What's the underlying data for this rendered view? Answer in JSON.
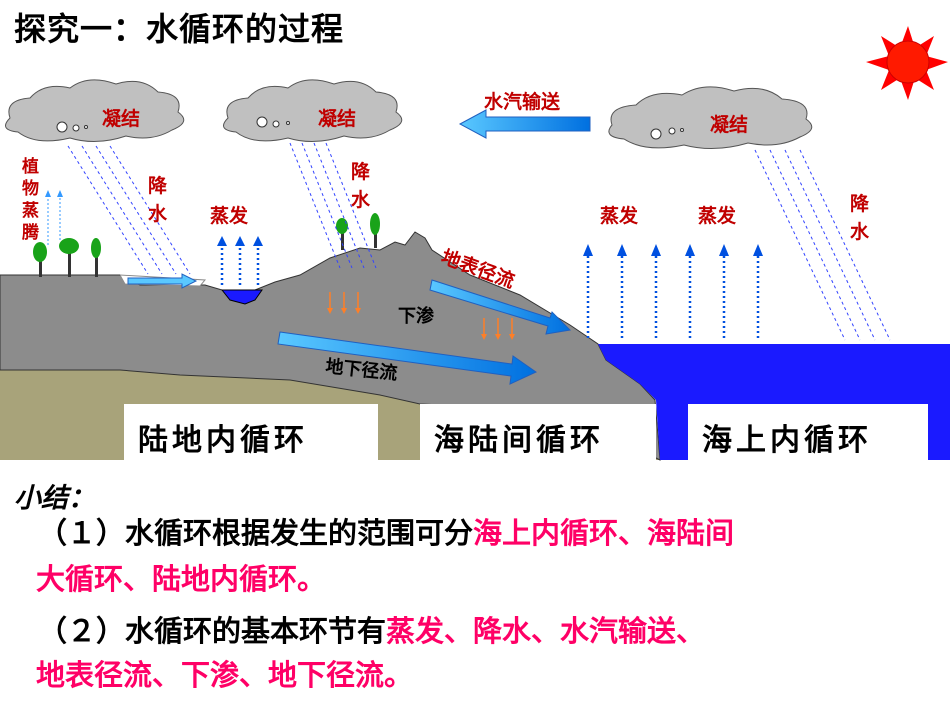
{
  "title": "探究一：水循环的过程",
  "labels": {
    "condense": "凝结",
    "vapor_transport": "水汽输送",
    "plant_transpiration": [
      "植",
      "物",
      "蒸",
      "腾"
    ],
    "precipitation": [
      "降",
      "水"
    ],
    "evaporation": "蒸发",
    "surface_runoff": "地表径流",
    "infiltration": "下渗",
    "groundwater_runoff": "地下径流"
  },
  "zones": [
    "陆地内循环",
    "海陆间循环",
    "海上内循环"
  ],
  "summary": {
    "heading": "小结：",
    "p1_black": "（１）水循环根据发生的范围可分",
    "p1_pink_a": "海上内循环、海陆间",
    "p1_pink_b": "大循环、陆地内循环。",
    "p2_black": "（２）水循环的基本环节有",
    "p2_pink_a": "蒸发、降水、水汽输送、",
    "p2_pink_b": "地表径流、下渗、地下径流。"
  },
  "colors": {
    "label_red": "#c00000",
    "summary_pink": "#ff0066",
    "ocean": "#1a1aff",
    "arrow_blue": "#00b0f0",
    "cloud": "#c0c0c0",
    "ground_gray": "#8c8c8c",
    "soil": "#a5a57a",
    "sun": "#ff0000"
  },
  "icons": [
    "sun-icon",
    "cloud-icon",
    "tree-icon"
  ]
}
